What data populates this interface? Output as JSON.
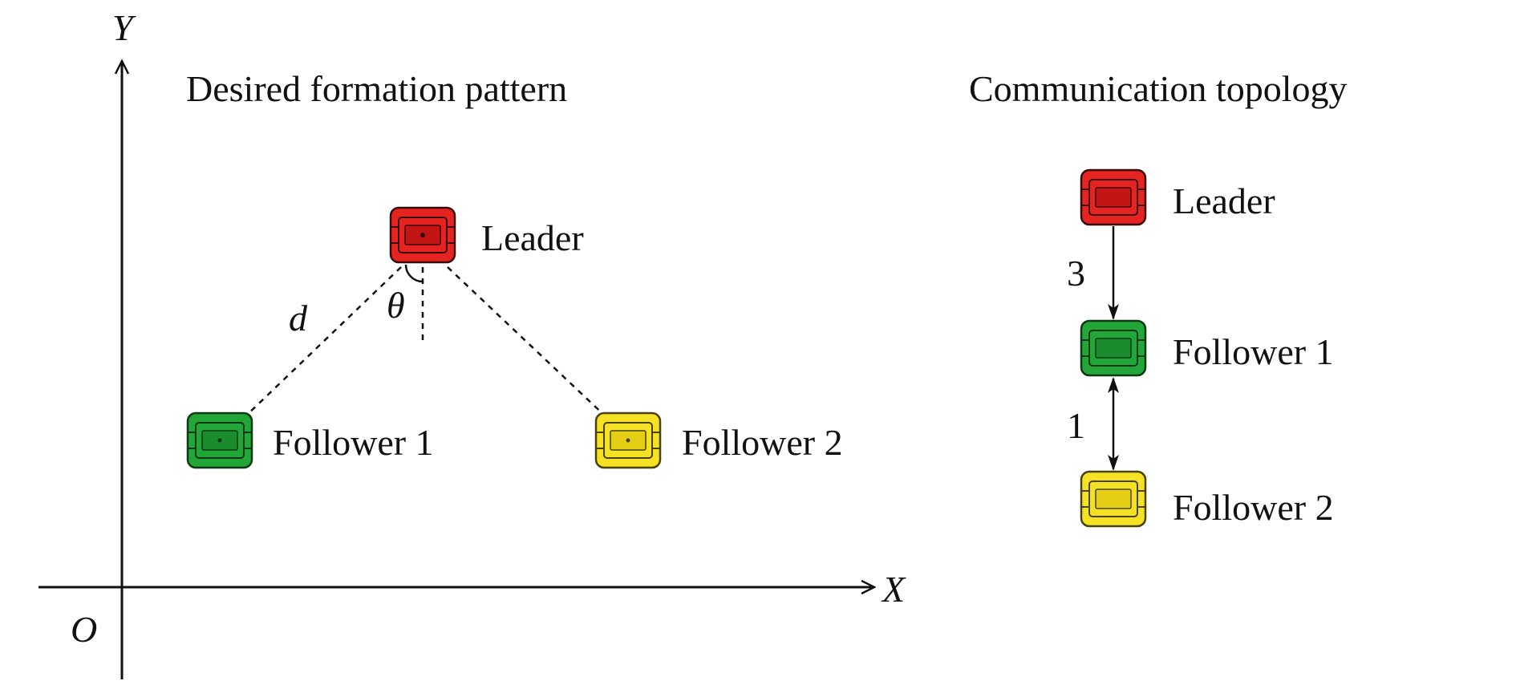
{
  "formation": {
    "title": "Desired formation pattern",
    "axes": {
      "x_label": "X",
      "y_label": "Y",
      "origin_label": "O"
    },
    "distance_label": "d",
    "angle_label": "θ",
    "robots": {
      "leader": {
        "label": "Leader",
        "color": "#e52421"
      },
      "follower1": {
        "label": "Follower 1",
        "color": "#22a638"
      },
      "follower2": {
        "label": "Follower 2",
        "color": "#f5e225"
      }
    }
  },
  "topology": {
    "title": "Communication topology",
    "nodes": [
      {
        "label": "Leader",
        "color": "#e52421"
      },
      {
        "label": "Follower 1",
        "color": "#22a638"
      },
      {
        "label": "Follower 2",
        "color": "#f5e225"
      }
    ],
    "edges": [
      {
        "from": "Leader",
        "to": "Follower 1",
        "weight": "3",
        "direction": "one-way"
      },
      {
        "from": "Follower 1",
        "to": "Follower 2",
        "weight": "1",
        "direction": "two-way"
      }
    ]
  }
}
